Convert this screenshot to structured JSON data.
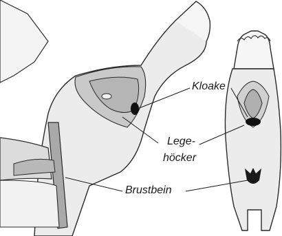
{
  "labels": {
    "kloake": "Kloake",
    "legehoecker_line1": "Lege-",
    "legehoecker_line2": "höcker",
    "brustbein": "Brustbein"
  },
  "colors": {
    "outline": "#2a2a2a",
    "fill_light": "#eeeeee",
    "fill_mid": "#d4d4d4",
    "fill_dark": "#a6a6a6",
    "black": "#111111"
  }
}
